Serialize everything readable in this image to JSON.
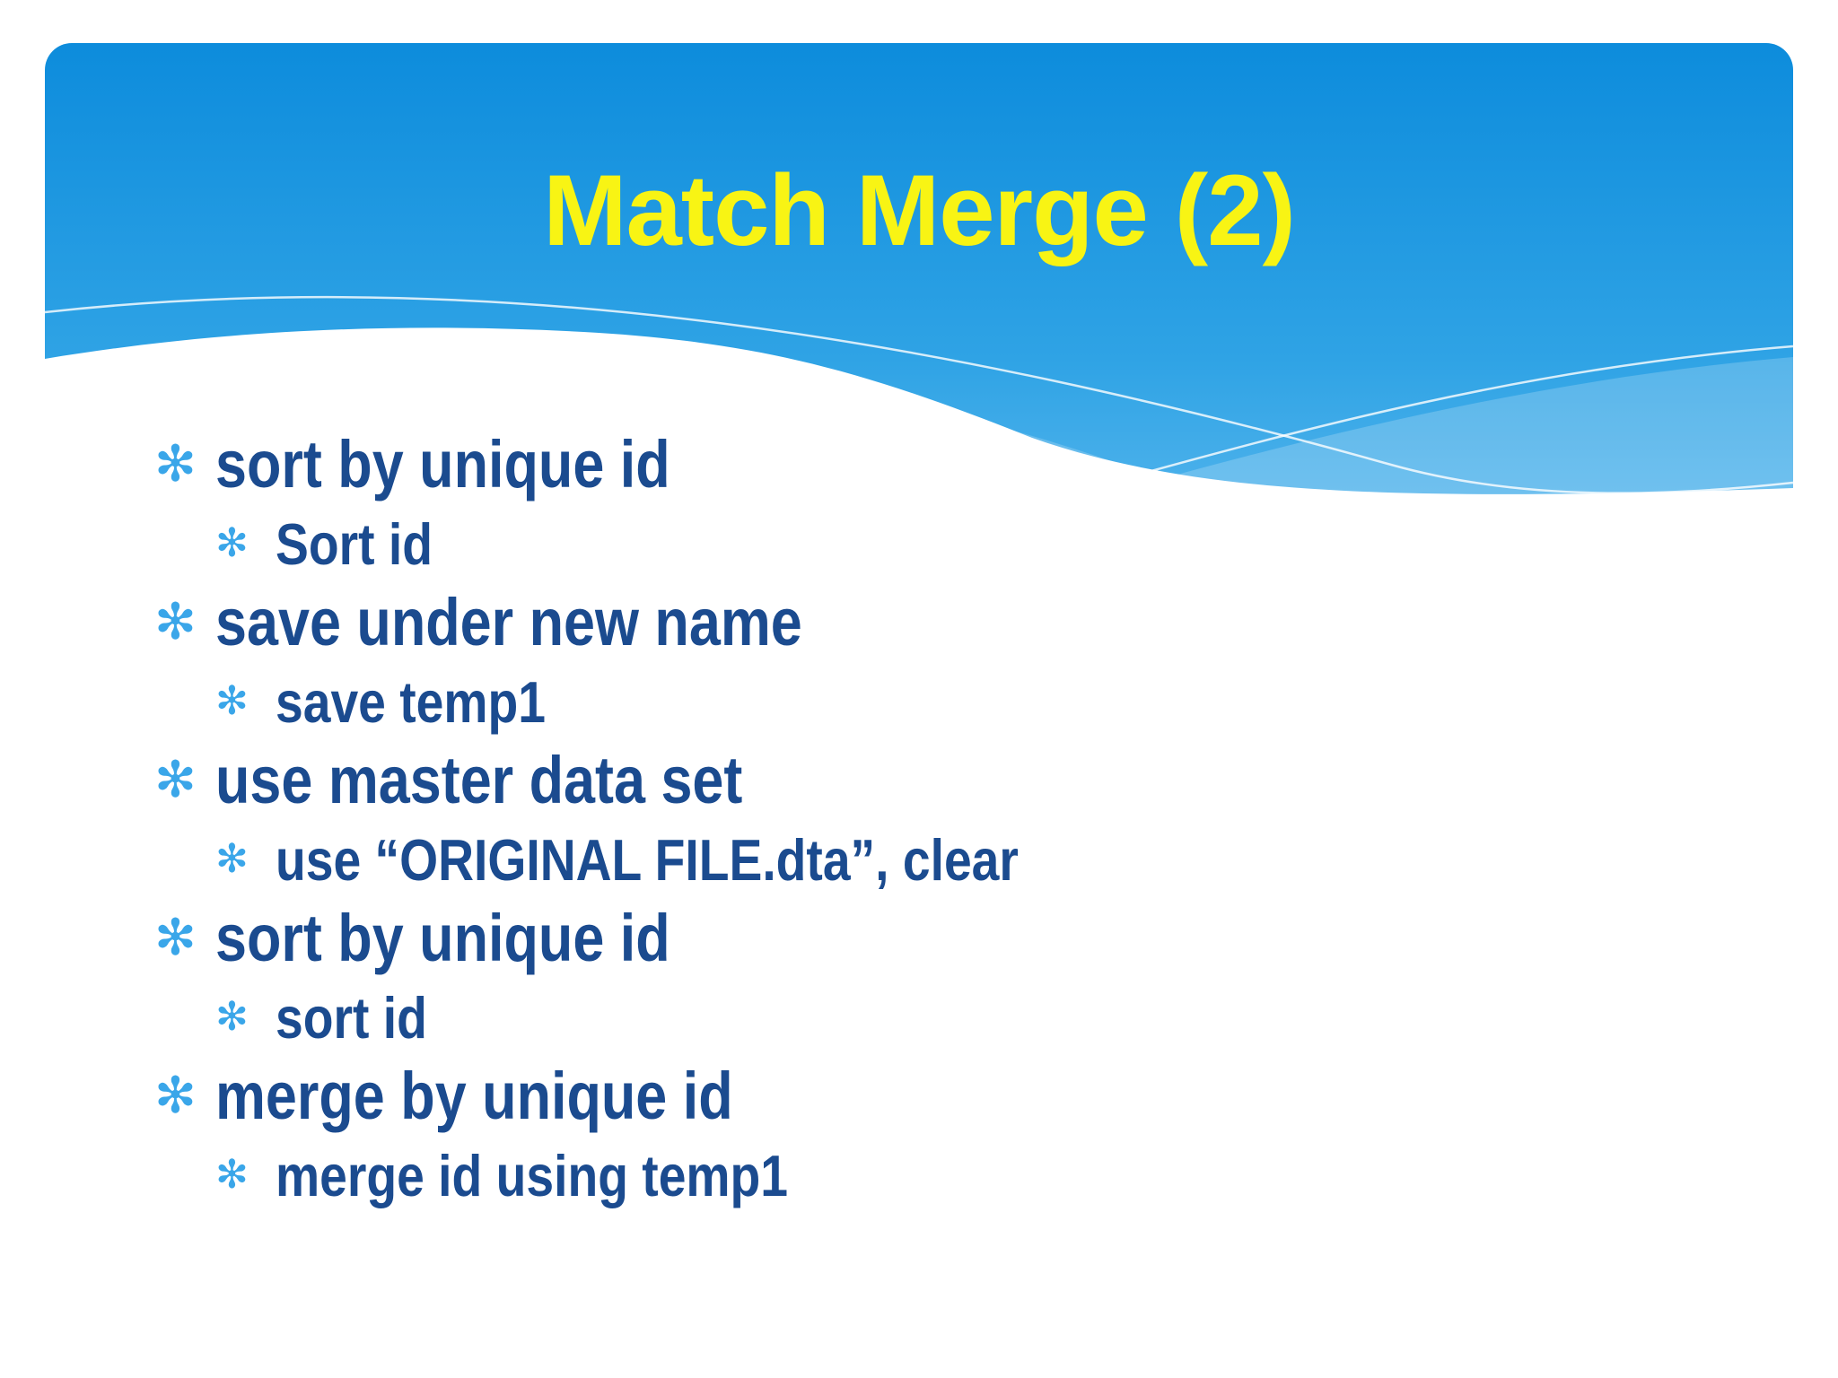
{
  "slide": {
    "title": {
      "text": "Match Merge (2)"
    },
    "content": {
      "bullets": [
        {
          "level": 1,
          "text": "sort by unique id"
        },
        {
          "level": 2,
          "text": "Sort id"
        },
        {
          "level": 1,
          "text": "save under new name"
        },
        {
          "level": 2,
          "text": "save temp1"
        },
        {
          "level": 1,
          "text": "use master data set"
        },
        {
          "level": 2,
          "text": "use “ORIGINAL FILE.dta”, clear"
        },
        {
          "level": 1,
          "text": "sort by unique id"
        },
        {
          "level": 2,
          "text": "sort id"
        },
        {
          "level": 1,
          "text": "merge by unique id"
        },
        {
          "level": 2,
          "text": "merge id using temp1"
        }
      ]
    },
    "theme": {
      "bullet_glyph": "✻",
      "title_color": "#F8F414",
      "body_text_color": "#1B4B8F",
      "bullet_color": "#3AA6E9",
      "header_gradient_top": "#0D8CDC",
      "header_gradient_mid": "#2FA3E5",
      "header_gradient_bottom": "#66BEF0",
      "background_color": "#FFFFFF"
    }
  }
}
